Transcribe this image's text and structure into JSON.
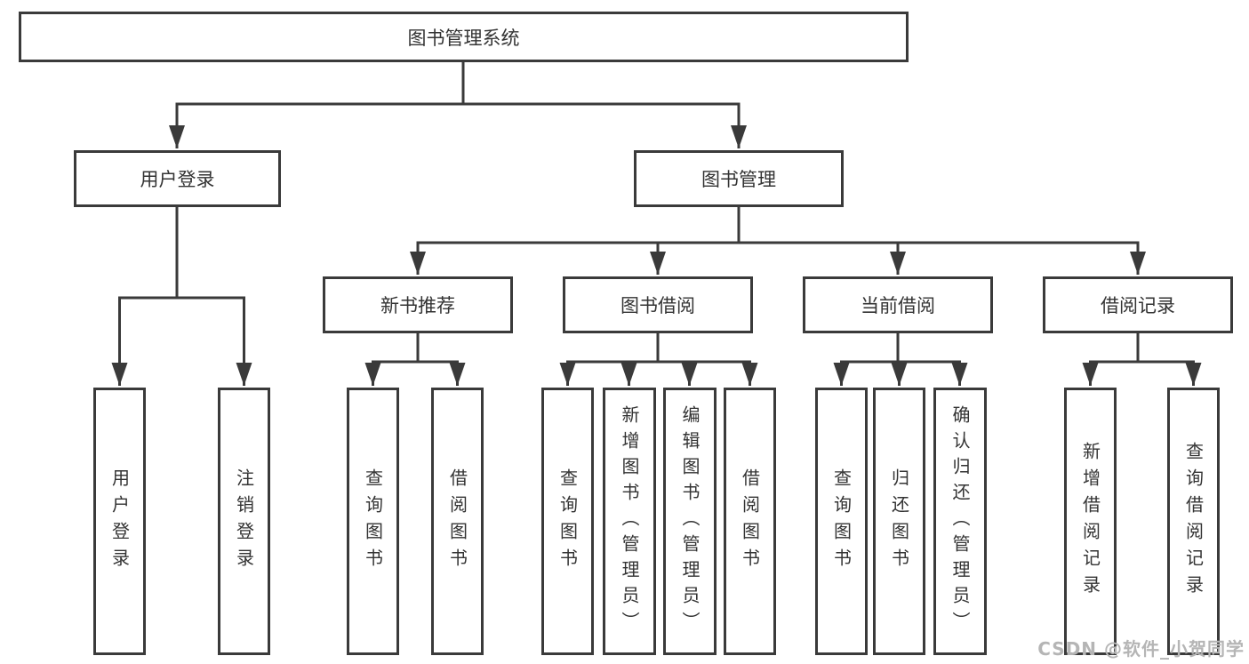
{
  "title": "图书管理系统",
  "watermark": "CSDN @软件_小贺同学",
  "colors": {
    "line": "#3a3a3a",
    "text": "#333333",
    "watermark": "#b5b5b5",
    "background": "#ffffff"
  },
  "level2": {
    "user_login": "用户登录",
    "book_management": "图书管理"
  },
  "level3": {
    "new_book_recommend": "新书推荐",
    "book_borrow": "图书借阅",
    "current_borrow": "当前借阅",
    "borrow_records": "借阅记录"
  },
  "leaves": {
    "user_login": [
      "用户登录",
      "注销登录"
    ],
    "new_book_recommend": [
      "查询图书",
      "借阅图书"
    ],
    "book_borrow": [
      "查询图书",
      "新增图书（管理员）",
      "编辑图书（管理员）",
      "借阅图书"
    ],
    "current_borrow": [
      "查询图书",
      "归还图书",
      "确认归还（管理员）"
    ],
    "borrow_records": [
      "新增借阅记录",
      "查询借阅记录"
    ]
  }
}
